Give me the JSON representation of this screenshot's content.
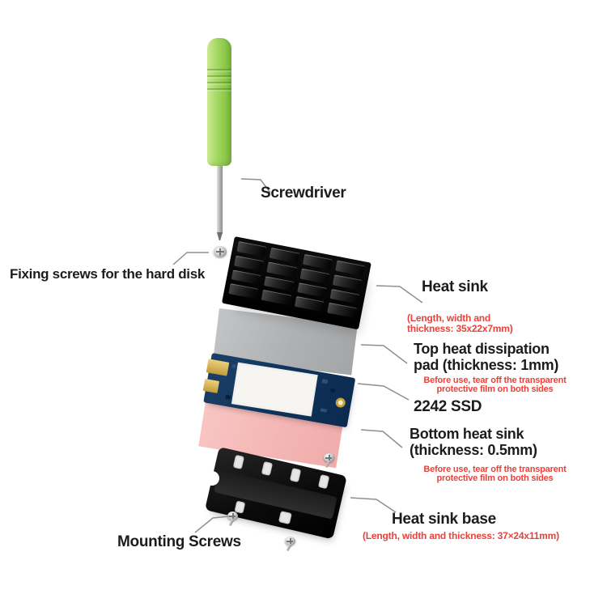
{
  "title": "SSD heat sink exploded assembly diagram",
  "colors": {
    "background": "#ffffff",
    "label_text": "#1c1c1c",
    "accent_red": "#e8423b",
    "leader_line": "#8f8f8f",
    "screwdriver_green": "#9ed45e",
    "heat_sink_black": "#0d0d0d",
    "top_pad_gray": "#b0b2b4",
    "bottom_pad_pink": "#f3b5b3",
    "ssd_pcb_blue": "#10325a",
    "ssd_gold": "#c9a43c"
  },
  "annotations": {
    "screwdriver": {
      "label": "Screwdriver"
    },
    "fixing_screws": {
      "label": "Fixing screws for the hard disk"
    },
    "heat_sink": {
      "label": "Heat sink",
      "dims_line1": "(Length, width and",
      "dims_line2": "thickness: 35x22x7mm)"
    },
    "top_pad": {
      "label_line1": "Top heat dissipation",
      "label_line2": "pad (thickness: 1mm)",
      "note_line1": "Before use, tear off the transparent",
      "note_line2": "protective film on both sides"
    },
    "ssd": {
      "label": "2242 SSD"
    },
    "bottom_pad": {
      "label_line1": "Bottom heat sink",
      "label_line2": "(thickness: 0.5mm)",
      "note_line1": "Before use, tear off the transparent",
      "note_line2": "protective film on both sides"
    },
    "base": {
      "label": "Heat sink base",
      "dims": "(Length, width and thickness: 37×24x11mm)"
    },
    "mounting_screws": {
      "label": "Mounting Screws"
    }
  }
}
